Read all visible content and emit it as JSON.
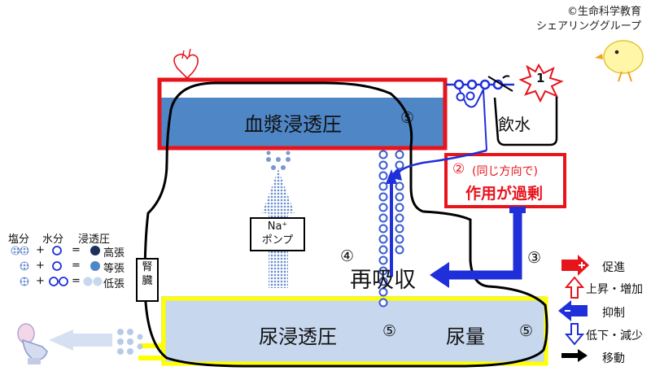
{
  "credit": {
    "line1": "©生命科学教育",
    "line2": "シェアリンググループ"
  },
  "labels": {
    "plasma": "血漿浸透圧",
    "urine_osmo": "尿浸透圧",
    "urine_volume": "尿量",
    "reabsorption": "再吸収",
    "drinking": "飲水",
    "na_pump_line1": "Na⁺",
    "na_pump_line2": "ポンプ",
    "kidney": "腎臓",
    "same_direction": "(同じ方向で)",
    "overacting": "作用が過剰"
  },
  "numbers": {
    "n1": "1",
    "n2": "②",
    "n3": "③",
    "n4": "④",
    "n5": "⑤"
  },
  "osmo_legend": {
    "col_salt": "塩分",
    "col_water": "水分",
    "col_osmo": "浸透圧",
    "rows": [
      {
        "plus": "+",
        "eq": "=",
        "label": "高張"
      },
      {
        "plus": "+",
        "eq": "=",
        "label": "等張"
      },
      {
        "plus": "+",
        "eq": "=",
        "label": "低張"
      }
    ]
  },
  "key_legend": {
    "promote": "促進",
    "increase": "上昇・増加",
    "inhibit": "抑制",
    "decrease": "低下・減少",
    "move": "移動"
  },
  "colors": {
    "red": "#e8141c",
    "blue": "#1f2fd9",
    "plasma_fill": "#4f86c6",
    "urine_fill": "#c6d7ee",
    "yellow": "#ffff00",
    "navy": "#1d2f5c",
    "dot_blue": "#7a97cf"
  },
  "icons": [
    "heart-icon",
    "explosion-icon",
    "toilet-icon",
    "chick-icon",
    "water-arrow-icon",
    "na-arrow-icon"
  ]
}
